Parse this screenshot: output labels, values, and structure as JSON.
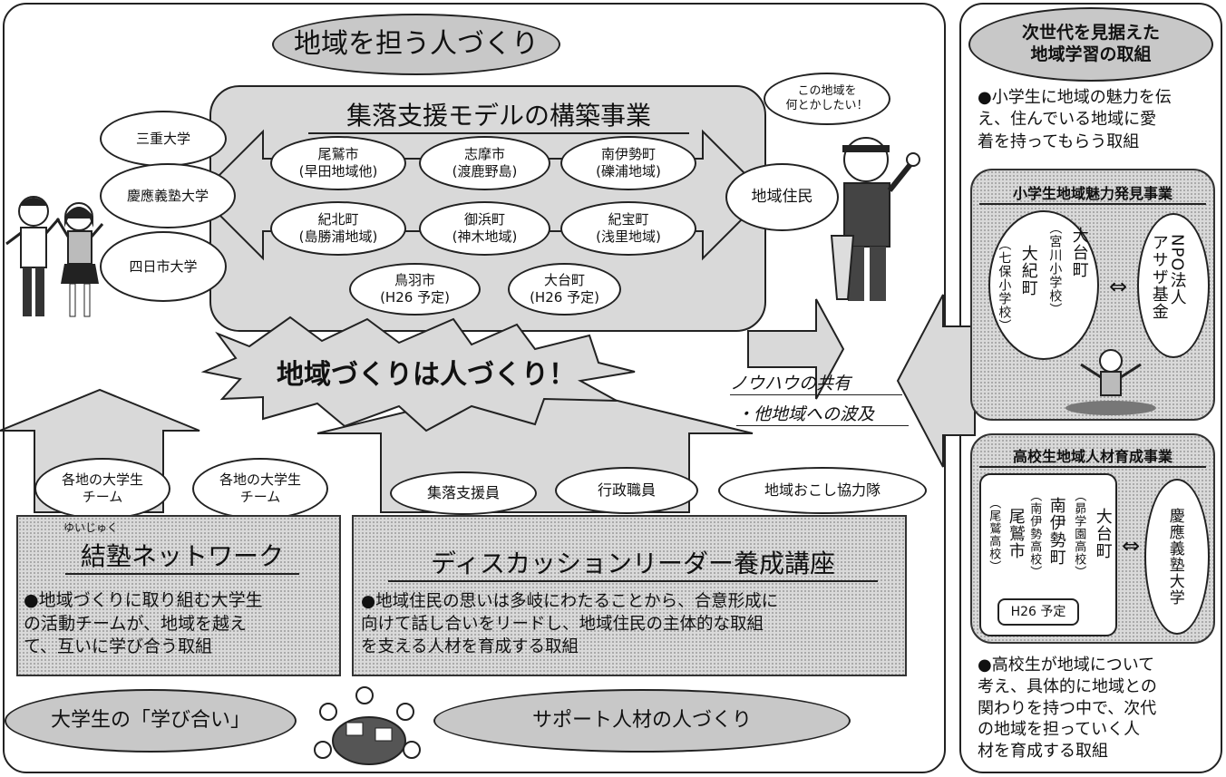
{
  "header_oval": "地域を担う人づくり",
  "model": {
    "title": "集落支援モデルの構築事業",
    "municipalities": [
      "尾鷲市\n(早田地域他)",
      "志摩市\n(渡鹿野島)",
      "南伊勢町\n(礫浦地域)",
      "紀北町\n(島勝浦地域)",
      "御浜町\n(神木地域)",
      "紀宝町\n(浅里地域)",
      "鳥羽市\n(H26 予定)",
      "大台町\n(H26 予定)"
    ]
  },
  "universities": [
    "三重大学",
    "慶應義塾大学",
    "四日市大学"
  ],
  "residents": {
    "label": "地域住民",
    "speech": "この地域を\n何とかしたい！"
  },
  "center_slogan": "地域づくりは人づくり！",
  "knowhow": {
    "line1": "ノウハウの共有",
    "line2": "・他地域への波及"
  },
  "student_teams": [
    "各地の大学生\nチーム",
    "各地の大学生\nチーム"
  ],
  "support_roles": [
    "集落支援員",
    "行政職員",
    "地域おこし協力隊"
  ],
  "yuijuku": {
    "ruby": "ゆいじゅく",
    "title": "結塾ネットワーク",
    "body": "●地域づくりに取り組む大学生\nの活動チームが、地域を越え\nて、互いに学び合う取組"
  },
  "discussion": {
    "title": "ディスカッションリーダー養成講座",
    "body": "●地域住民の思いは多岐にわたることから、合意形成に\n向けて話し合いをリードし、地域住民の主体的な取組\nを支える人材を育成する取組"
  },
  "bottom_ovals": [
    "大学生の「学び合い」",
    "サポート人材の人づくり"
  ],
  "right": {
    "header": "次世代を見据えた\n地域学習の取組",
    "intro": "●小学生に地域の魅力を伝\nえ、住んでいる地域に愛\n着を持ってもらう取組",
    "elementary": {
      "title": "小学生地域魅力発見事業",
      "col1_main": "大台町",
      "col1_sub": "（宮川小学校）",
      "col2_main": "大紀町",
      "col2_sub": "（七保小学校）",
      "partner": "NPO法人\nアサザ基金"
    },
    "highschool": {
      "title": "高校生地域人材育成事業",
      "col1_main": "大台町",
      "col1_sub": "（昴学園高校）",
      "col2_main": "南伊勢町",
      "col2_sub": "（南伊勢高校）",
      "col3_main": "尾鷲市",
      "col3_sub": "（尾鷲高校）",
      "note": "H26 予定",
      "partner": "慶應義塾大学"
    },
    "outro": "●高校生が地域について\n考え、具体的に地域との\n関わりを持つ中で、次代\nの地域を担っていく人\n材を育成する取組"
  }
}
